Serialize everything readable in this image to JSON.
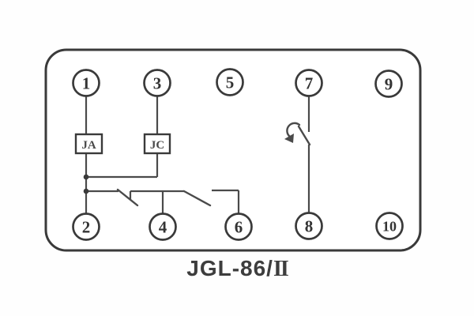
{
  "diagram_title": {
    "prefix": "JGL-86/",
    "roman_numeral": "II"
  },
  "relay": {
    "coils": [
      {
        "label": "JA"
      },
      {
        "label": "JC"
      }
    ],
    "terminals": {
      "top": [
        {
          "label": "1"
        },
        {
          "label": "3"
        },
        {
          "label": "5"
        },
        {
          "label": "7"
        },
        {
          "label": "9"
        }
      ],
      "bottom": [
        {
          "label": "2"
        },
        {
          "label": "4"
        },
        {
          "label": "6"
        },
        {
          "label": "8"
        },
        {
          "label": "10"
        }
      ]
    }
  },
  "colors": {
    "outline": "#3a3a3a",
    "wire": "#4a4a4a",
    "text": "#3d3d3d",
    "background": "#fefefe"
  }
}
